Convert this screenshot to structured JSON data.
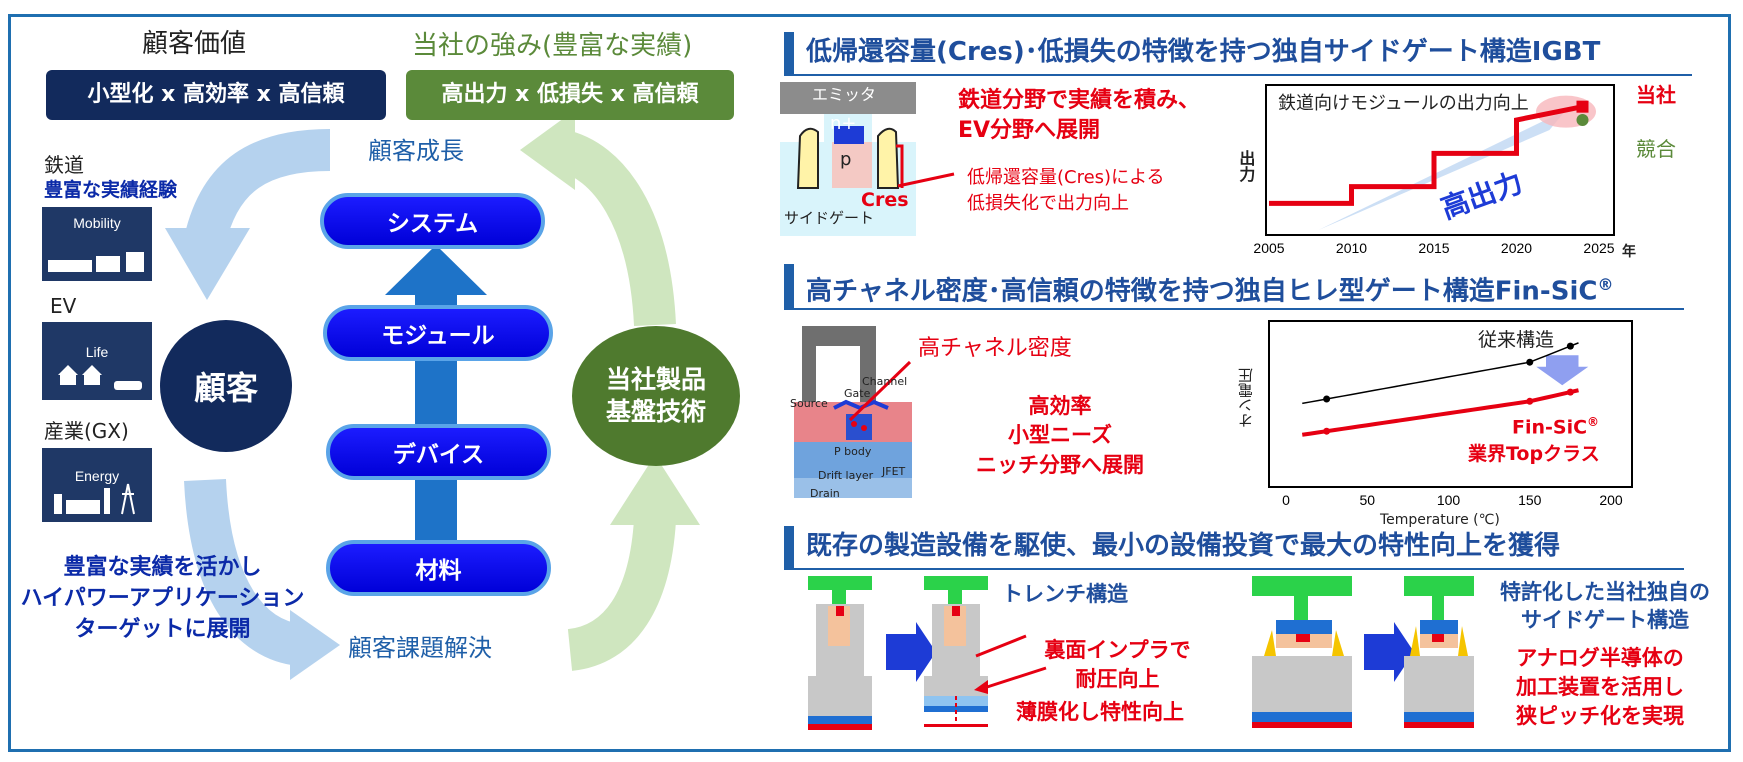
{
  "left": {
    "customer_value_label": "顧客価値",
    "customer_value_box": "小型化 x 高効率 x 高信頼",
    "strength_label": "当社の強み(豊富な実績)",
    "strength_box": "高出力 x 低損失 x 高信頼",
    "growth": "顧客成長",
    "problem_solving": "顧客課題解決",
    "customer": "顧客",
    "products_line1": "当社製品",
    "products_line2": "基盤技術",
    "stack": [
      "システム",
      "モジュール",
      "デバイス",
      "材料"
    ],
    "markets": [
      {
        "label": "鉄道",
        "sublabel": "豊富な実績経験",
        "tile": "Mobility"
      },
      {
        "label": "EV",
        "sublabel": "",
        "tile": "Life"
      },
      {
        "label": "産業(GX)",
        "sublabel": "",
        "tile": "Energy"
      }
    ],
    "bottom_text": [
      "豊富な実績を活かし",
      "ハイパワーアプリケーション",
      "ターゲットに展開"
    ]
  },
  "sec1": {
    "title": "低帰還容量(Cres)･低損失の特徴を持つ独自サイドゲート構造IGBT",
    "emitter": "エミッタ",
    "nplus": "n+",
    "p": "p",
    "cres": "Cres",
    "side_gate": "サイドゲート",
    "claim_line1": "鉄道分野で実績を積み、",
    "claim_line2": "EV分野へ展開",
    "note_line1": "低帰還容量(Cres)による",
    "note_line2": "低損失化で出力向上",
    "chart_title": "鉄道向けモジュールの出力向上",
    "arrow_label": "高出力",
    "ylabel": "出力",
    "year_unit": "年",
    "legend_ours": "当社",
    "legend_comp": "競合"
  },
  "sec2": {
    "title": "高チャネル密度･高信頼の特徴を持つ独自ヒレ型ゲート構造Fin-SiC",
    "title_mark": "®",
    "high_channel": "高チャネル密度",
    "struct_labels": [
      "Source",
      "Gate",
      "Channel",
      "P body",
      "JFET",
      "Drift layer",
      "Drain"
    ],
    "claim": [
      "高効率",
      "小型ニーズ",
      "ニッチ分野へ展開"
    ],
    "conventional": "従来構造",
    "finsic": "Fin-SiC",
    "finsic_mark": "®",
    "top_class": "業界Topクラス",
    "ylabel": "オン電圧",
    "xlabel": "Temperature (℃)"
  },
  "sec3": {
    "title": "既存の製造設備を駆使、最小の設備投資で最大の特性向上を獲得",
    "trench": "トレンチ構造",
    "back_implant_1": "裏面インプラで",
    "back_implant_2": "耐圧向上",
    "thin_film": "薄膜化し特性向上",
    "patent_1": "特許化した当社独自の",
    "patent_2": "サイドゲート構造",
    "analog_1": "アナログ半導体の",
    "analog_2": "加工装置を活用し",
    "analog_3": "狭ピッチ化を実現"
  },
  "chart_data": [
    {
      "type": "line",
      "title": "鉄道向けモジュールの出力向上",
      "xlabel": "年",
      "ylabel": "出力",
      "x_ticks": [
        2005,
        2010,
        2015,
        2020,
        2025
      ],
      "xlim": [
        2005,
        2025
      ],
      "series": [
        {
          "name": "当社",
          "color": "#e60012",
          "x": [
            2005,
            2010,
            2010,
            2015,
            2015,
            2020,
            2020,
            2024
          ],
          "y": [
            1,
            1,
            2,
            2,
            4,
            4,
            6,
            6.8
          ]
        },
        {
          "name": "競合",
          "color": "#5b8a3a",
          "x": [
            2024
          ],
          "y": [
            6.0
          ]
        }
      ]
    },
    {
      "type": "line",
      "title": "",
      "xlabel": "Temperature (℃)",
      "ylabel": "オン電圧",
      "x_ticks": [
        0,
        50,
        100,
        150,
        200
      ],
      "xlim": [
        0,
        200
      ],
      "series": [
        {
          "name": "従来構造",
          "color": "#000000",
          "x": [
            25,
            150,
            175
          ],
          "y": [
            3.0,
            4.6,
            5.3
          ]
        },
        {
          "name": "Fin-SiC",
          "color": "#e60012",
          "x": [
            25,
            150,
            175
          ],
          "y": [
            1.6,
            2.9,
            3.3
          ]
        }
      ]
    }
  ]
}
